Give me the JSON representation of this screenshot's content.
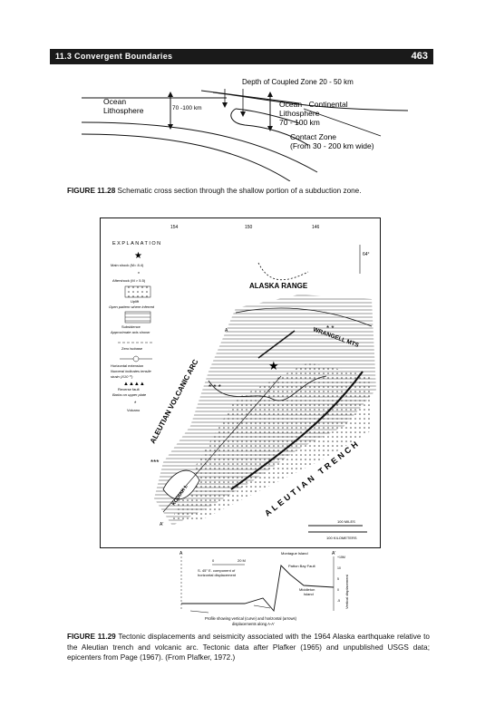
{
  "header": {
    "section": "11.3 Convergent Boundaries",
    "page": "463"
  },
  "figure1": {
    "depth_label": "Depth of Coupled Zone  20 - 50 km",
    "ocean_lith_line1": "Ocean",
    "ocean_lith_line2": "Lithosphere",
    "thickness_left": "70 -100 km",
    "cont_lith_line1": "Ocean - Continental",
    "cont_lith_line2": "Lithosphere",
    "cont_lith_line3": "70 - 100 km",
    "contact_line1": "Contact  Zone",
    "contact_line2": "(From 30 - 200 km wide)",
    "caption_label": "FIGURE 11.28",
    "caption_text": "Schematic cross section through the shallow portion of a subduction zone."
  },
  "figure2": {
    "explanation_title": "EXPLANATION",
    "legend": {
      "mainshock": "Main shock (M= 8.4)",
      "aftershock": "Aftershock (M > 5.5)",
      "uplift_line1": "Uplift",
      "uplift_line2": "Open pattern where inferred",
      "subsidence_line1": "Subsidence",
      "subsidence_line2": "Approximate axis shown",
      "zero_isobase": "Zero isobase",
      "horiz_line1": "Horizontal extension",
      "horiz_line2": "Numeral indicates tensile",
      "horiz_line3": "strain (X10⁻⁵)",
      "reverse_line1": "Reverse fault",
      "reverse_line2": "Barbs on upper plate",
      "volcano": "Volcano"
    },
    "longitudes": [
      "154",
      "150",
      "146"
    ],
    "latitude": "64°",
    "labels": {
      "range": "ALASKA  RANGE",
      "wrangell": "WRANGELL MTS",
      "volcanic_arc": "ALEUTIAN VOLCANIC ARC",
      "trench": "ALEUTIAN TRENCH",
      "kodiak": "KODIAK I.",
      "point_a": "A",
      "point_a2": "A'"
    },
    "scale": {
      "miles": "100 MILES",
      "km": "100 KILOMETERS"
    },
    "profile": {
      "a": "A",
      "a2": "A'",
      "scale_zero": "0",
      "scale_20m": "20 M",
      "component_line1": "S. 45° E. component of",
      "component_line2": "horizontal displacement",
      "montague": "Montague Island",
      "patton": "Patton Bay Fault",
      "middleton_line1": "Middleton",
      "middleton_line2": "Island",
      "axis_label": "Vertical displacement",
      "axis_top": "+15M",
      "ticks": [
        "10",
        "5",
        "0",
        "-5"
      ],
      "caption_line1": "Profile showing vertical (curve) and horizontal (arrows)",
      "caption_line2": "displacements along A-A'"
    },
    "caption_label": "FIGURE 11.29",
    "caption_text": "Tectonic displacements and seismicity associated with the 1964 Alaska earthquake relative to the Aleutian trench and volcanic arc. Tectonic data after Plafker (1965) and unpublished USGS data; epicenters from Page (1967). (From Plafker, 1972.)"
  }
}
